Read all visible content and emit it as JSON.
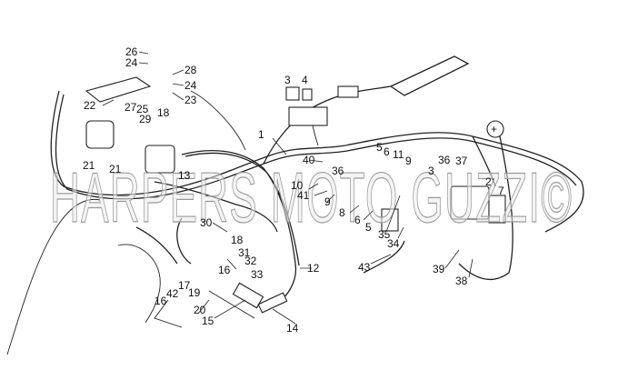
{
  "diagram": {
    "watermark": "HARPERS MOTO GUZZI©",
    "plus_symbol": "+",
    "labels": [
      "26",
      "24",
      "28",
      "24",
      "23",
      "22",
      "27",
      "25",
      "18",
      "29",
      "21",
      "21",
      "13",
      "1",
      "3",
      "4",
      "40",
      "5",
      "6",
      "11",
      "9",
      "36",
      "10",
      "41",
      "9",
      "8",
      "6",
      "5",
      "35",
      "34",
      "3",
      "36",
      "37",
      "2",
      "7",
      "43",
      "39",
      "38",
      "12",
      "30",
      "18",
      "31",
      "32",
      "33",
      "16",
      "17",
      "42",
      "16",
      "19",
      "20",
      "15",
      "14"
    ]
  }
}
